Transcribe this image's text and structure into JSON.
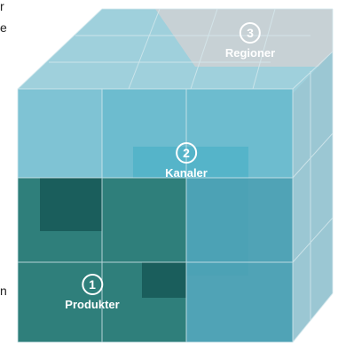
{
  "edge_text": {
    "top_fragment": "r",
    "second_fragment": "e",
    "bottom_fragment": "n"
  },
  "dimensions": [
    {
      "number": "1",
      "label": "Produkter",
      "color": "#1f7270"
    },
    {
      "number": "2",
      "label": "Kanaler",
      "color": "#3fa6bf"
    },
    {
      "number": "3",
      "label": "Regioner",
      "color": "#b7c3c9"
    }
  ],
  "colors": {
    "front_teal": "#2f7f7b",
    "front_dark": "#1a5e5c",
    "middle_blue": "#5fb4c8",
    "back_grey": "#bcc9ce",
    "grid_line": "#d6e9ee"
  }
}
